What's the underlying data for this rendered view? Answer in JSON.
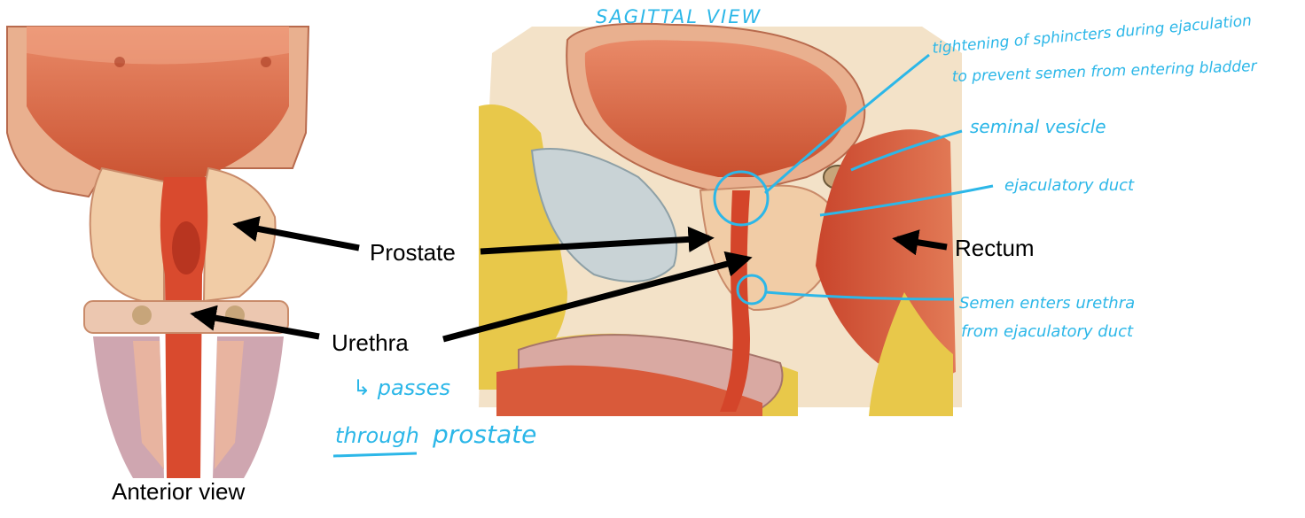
{
  "labels": {
    "prostate": "Prostate",
    "urethra": "Urethra",
    "rectum": "Rectum",
    "anterior_view": "Anterior view"
  },
  "handwritten": {
    "sagittal_view": "SAGITTAL VIEW",
    "sphincter_note_line1": "tightening of sphincters during ejaculation",
    "sphincter_note_line2": "to prevent semen from entering bladder",
    "seminal_vesicle": "seminal vesicle",
    "ejaculatory_duct": "ejaculatory duct",
    "semen_enters_line1": "Semen enters urethra",
    "semen_enters_line2": "from ejaculatory duct",
    "passes_line1": "↳ passes",
    "passes_line2_a": "through",
    "passes_line2_b": "prostate"
  },
  "colors": {
    "annotation": "#2cb7e8",
    "arrow": "#000000",
    "bladder_wall": "#e8a07e",
    "bladder_lumen": "#d9603a",
    "urethra": "#d4452a",
    "prostate_tissue": "#f2cfa8",
    "fat": "#e8c84a",
    "pubic_bone": "#c9d3d6",
    "rectum": "#d8573a"
  },
  "icons": [
    "arrow-right-icon",
    "arrow-left-icon",
    "highlight-circle-icon"
  ]
}
